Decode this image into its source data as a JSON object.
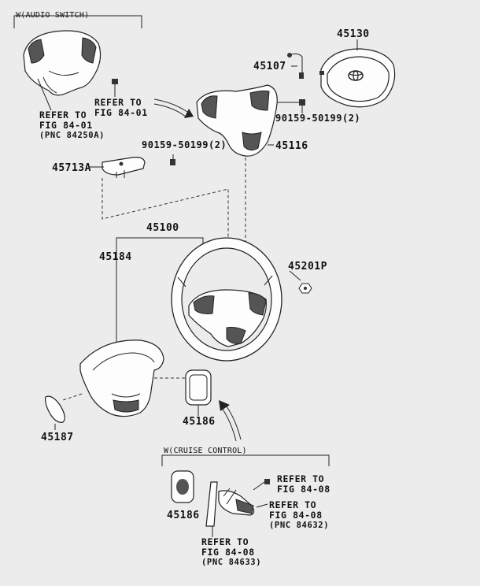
{
  "callouts": {
    "audio_switch": "W(AUDIO SWITCH)",
    "cruise_control": "W(CRUISE CONTROL)"
  },
  "parts": {
    "p45130": "45130",
    "p45107": "45107",
    "p90159_a": "90159-50199(2)",
    "p90159_b": "90159-50199(2)",
    "p45116": "45116",
    "p45713a": "45713A",
    "p45100": "45100",
    "p45184": "45184",
    "p45201p": "45201P",
    "p45187": "45187",
    "p45186": "45186",
    "p45186_b": "45186"
  },
  "refs": {
    "ref1": [
      "REFER TO",
      "FIG 84-01",
      "(PNC 84250A)"
    ],
    "ref2": [
      "REFER TO",
      "FIG 84-01"
    ],
    "ref3": [
      "REFER TO",
      "FIG 84-08"
    ],
    "ref4": [
      "REFER TO",
      "FIG 84-08",
      "(PNC 84632)"
    ],
    "ref5": [
      "REFER TO",
      "FIG 84-08",
      "(PNC 84633)"
    ]
  },
  "icons": {
    "logo": "toyota-emblem"
  }
}
